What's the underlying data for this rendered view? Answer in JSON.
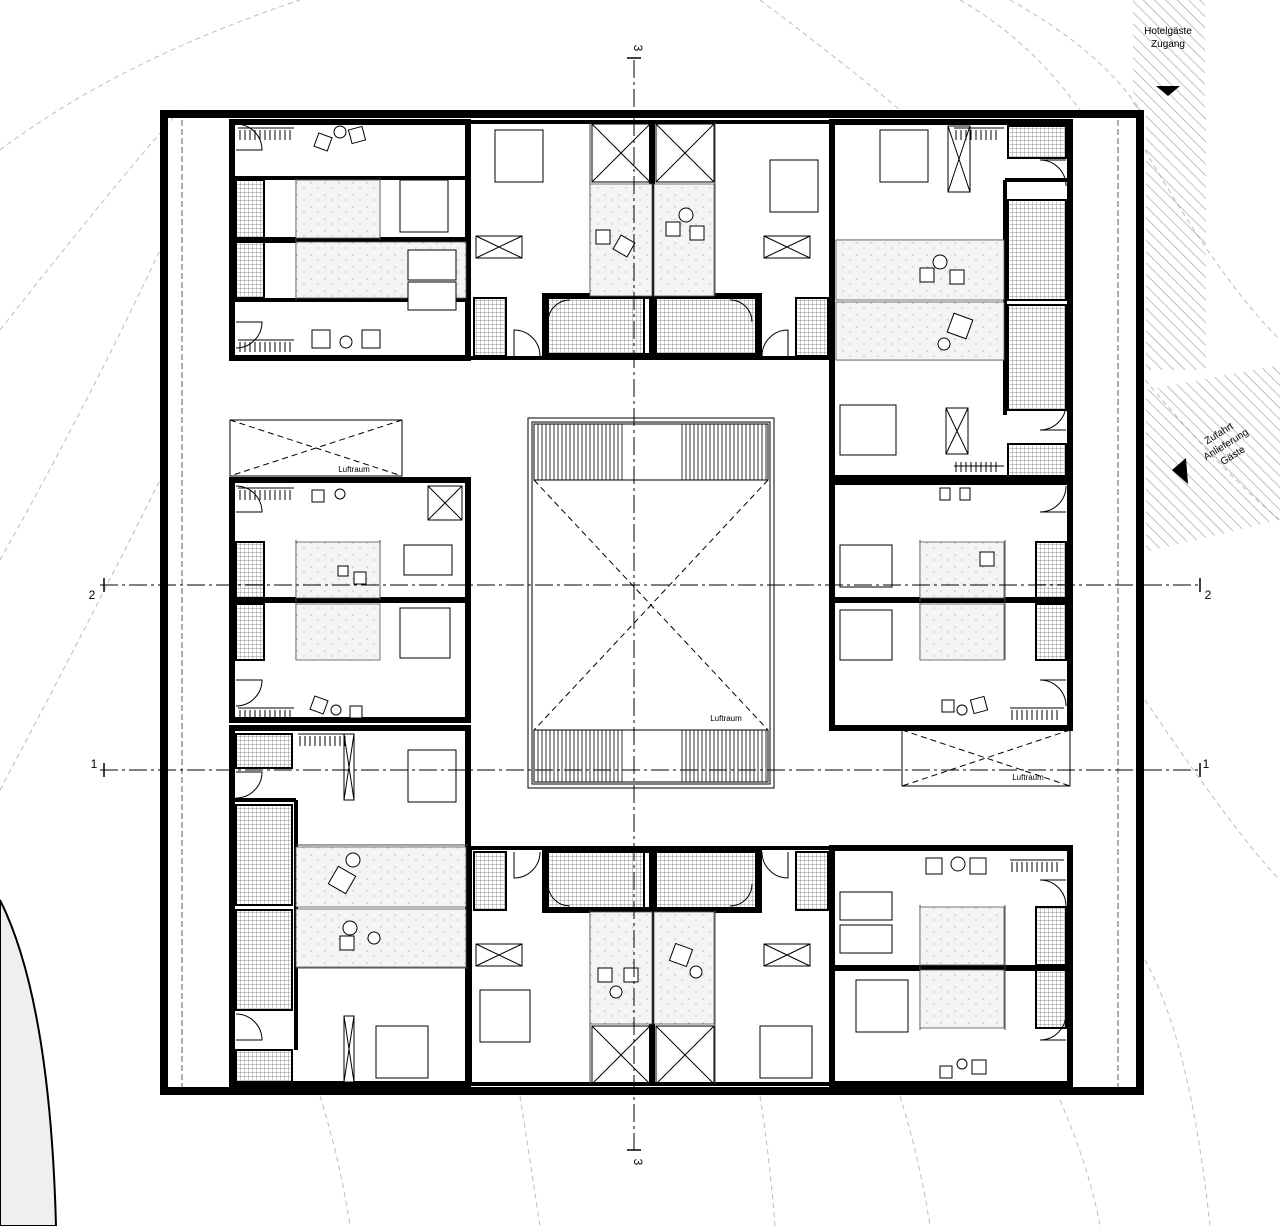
{
  "labels": {
    "guest_access_line1": "Hotelgäste",
    "guest_access_line2": "Zugang",
    "delivery_line1": "Zufahrt",
    "delivery_line2": "Anlieferung",
    "delivery_line3": "Gäste",
    "void_nw": "Luftraum",
    "void_center": "Luftraum",
    "void_se": "Luftraum"
  },
  "sections": {
    "s1_left": "1",
    "s1_right": "1",
    "s2_left": "2",
    "s2_right": "2",
    "s3_top": "3",
    "s3_bottom": "3"
  },
  "colors": {
    "wall": "#000000",
    "hatch": "#9a9a9a",
    "contour": "#b8b8b8",
    "bath": "#7a7a7a"
  }
}
